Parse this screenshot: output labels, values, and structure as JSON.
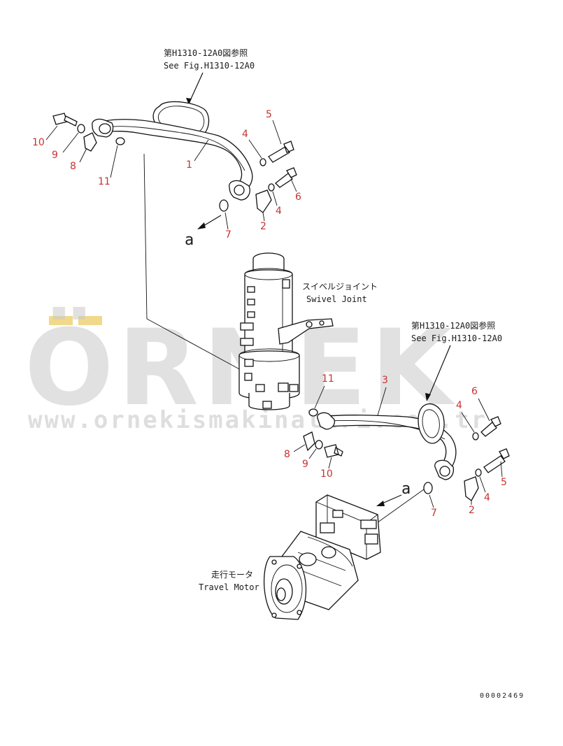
{
  "watermark": {
    "brand": "ÖRNEK",
    "url": "www.ornekismakinalari.com.tr",
    "accent_color": "#f0d98a",
    "gray_color": "#c9c9c9"
  },
  "top_reference": {
    "jp": "第H1310-12A0図参照",
    "en": "See Fig.H1310-12A0"
  },
  "right_reference": {
    "jp": "第H1310-12A0図参照",
    "en": "See Fig.H1310-12A0"
  },
  "swivel_joint": {
    "jp": "スイベルジョイント",
    "en": "Swivel Joint"
  },
  "travel_motor": {
    "jp": "走行モータ",
    "en": "Travel Motor"
  },
  "view_marker_a": "a",
  "part_numbers": {
    "top": [
      "10",
      "9",
      "8",
      "11",
      "1",
      "4",
      "5",
      "6",
      "4",
      "2",
      "7"
    ],
    "bottom": [
      "11",
      "3",
      "4",
      "6",
      "8",
      "9",
      "10",
      "5",
      "4",
      "2",
      "7"
    ]
  },
  "drawing_code": "00002469"
}
